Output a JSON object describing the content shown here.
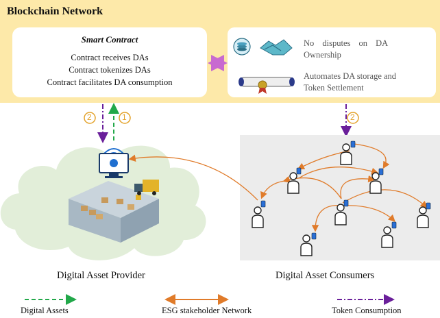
{
  "blockchain": {
    "title": "Blockchain Network"
  },
  "smart_contract": {
    "title": "Smart Contract",
    "lines": [
      "Contract receives DAs",
      "Contract tokenizes DAs",
      "Contract facilitates DA consumption"
    ]
  },
  "benefits": [
    {
      "line1": "No disputes on DA",
      "line2": "Ownership",
      "icon": "coins-handshake-icon"
    },
    {
      "line1": "Automates DA storage and",
      "line2": "Token Settlement",
      "icon": "scroll-contract-icon"
    }
  ],
  "step_markers": {
    "left_token": "2",
    "left_asset": "1",
    "right_token": "2"
  },
  "captions": {
    "provider": "Digital Asset Provider",
    "consumers": "Digital Asset Consumers"
  },
  "legend": {
    "digital_assets": "Digital Assets",
    "esg_network": "ESG stakeholder Network",
    "token_consumption": "Token Consumption"
  },
  "colors": {
    "blockchain_bg": "#fde9a9",
    "digital_assets": "#22a84a",
    "esg_network": "#e07b2a",
    "token_consumption": "#6a1f9a",
    "marker": "#e3a22a",
    "cloud": "#e2eed9",
    "consumer_bg": "#ececec"
  }
}
